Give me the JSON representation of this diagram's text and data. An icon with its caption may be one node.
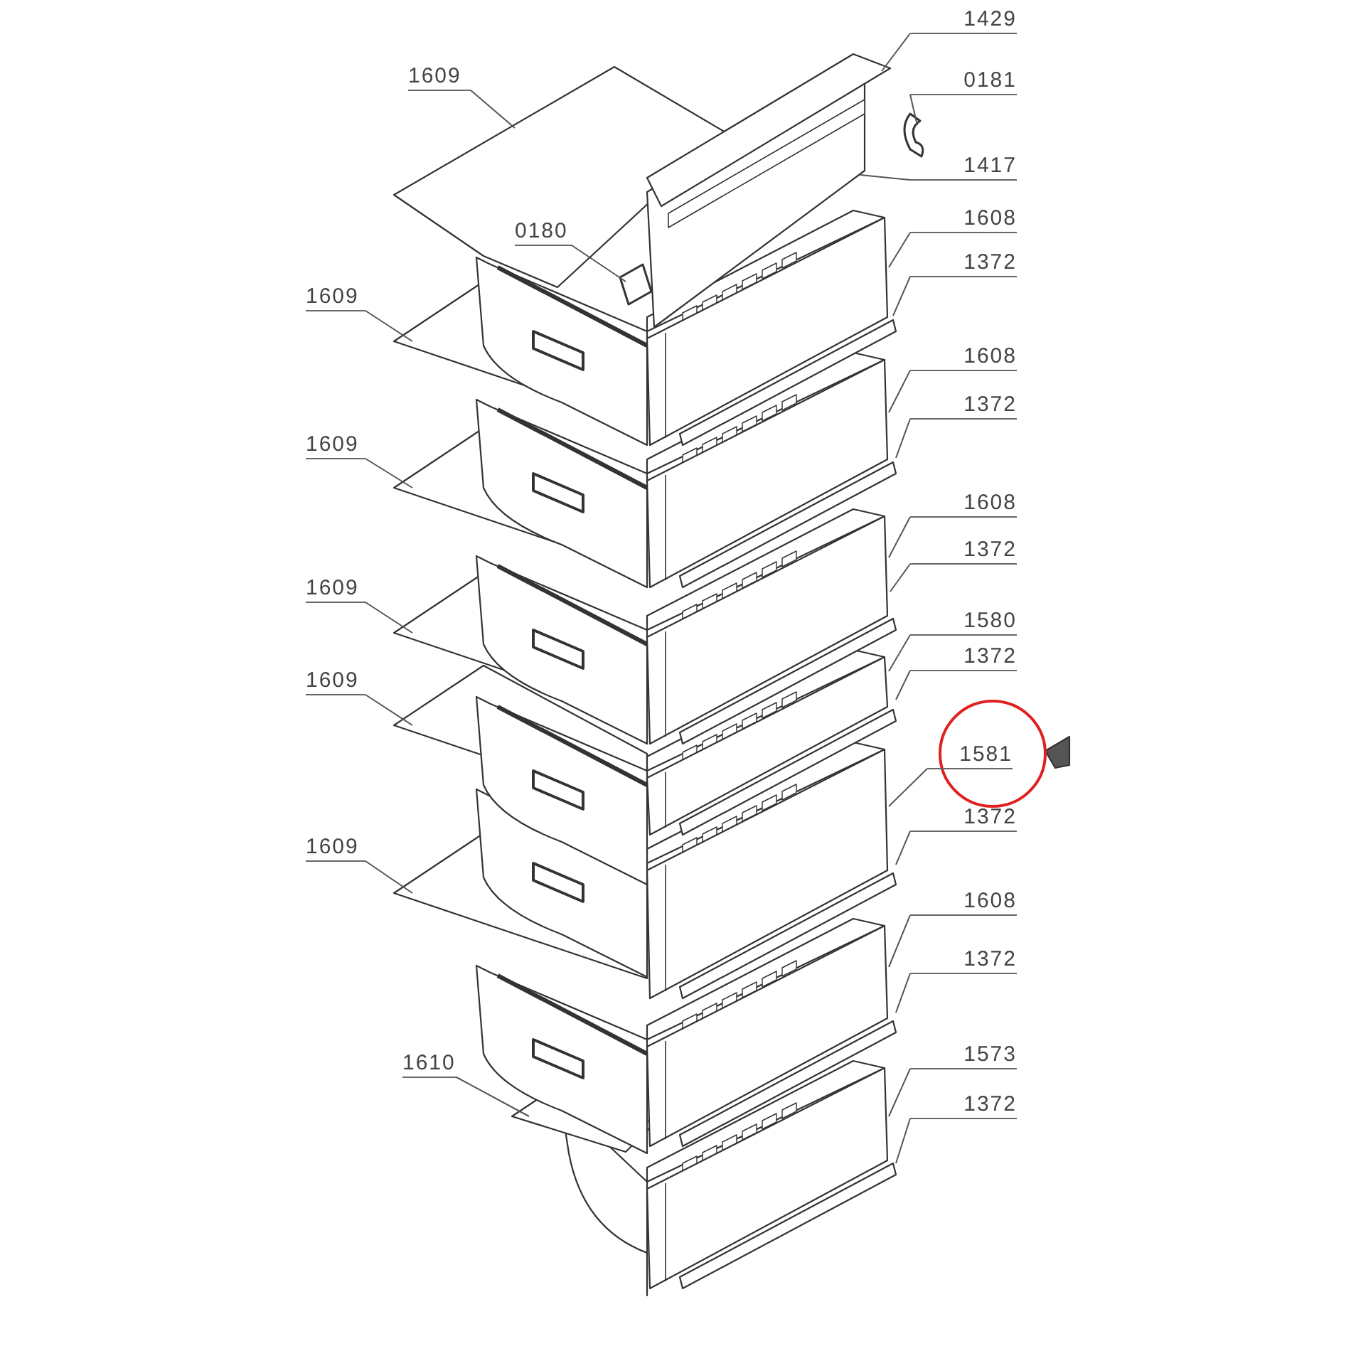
{
  "diagram": {
    "nodes": [
      {
        "text": [
          "1429"
        ]
      },
      {
        "text": [
          "0181"
        ]
      },
      {
        "text": [
          "1609"
        ]
      },
      {
        "text": [
          "1417"
        ]
      },
      {
        "text": [
          "1608"
        ]
      },
      {
        "text": [
          "0180"
        ]
      },
      {
        "text": [
          "1372"
        ]
      },
      {
        "text": [
          "1609"
        ]
      },
      {
        "text": [
          "1608"
        ]
      },
      {
        "text": [
          "1372"
        ]
      },
      {
        "text": [
          "1609"
        ]
      },
      {
        "text": [
          "1608"
        ]
      },
      {
        "text": [
          "1372"
        ]
      },
      {
        "text": [
          "1609"
        ]
      },
      {
        "text": [
          "1580"
        ]
      },
      {
        "text": [
          "1372"
        ]
      },
      {
        "text": [
          "1609"
        ]
      },
      {
        "text": [
          "1581"
        ]
      },
      {
        "text": [
          "1372"
        ]
      },
      {
        "text": [
          "1609"
        ]
      },
      {
        "text": [
          "1608"
        ]
      },
      {
        "text": [
          "1372"
        ]
      },
      {
        "text": [
          "1573"
        ]
      },
      {
        "text": [
          "1610"
        ]
      },
      {
        "text": [
          "1372"
        ]
      }
    ],
    "edges": [
      {
        "from": 0,
        "to": null,
        "arrow": "none"
      },
      {
        "from": 1,
        "to": null,
        "arrow": "none"
      },
      {
        "from": 2,
        "to": null,
        "arrow": "none"
      },
      {
        "from": 3,
        "to": null,
        "arrow": "none"
      },
      {
        "from": 4,
        "to": null,
        "arrow": "none"
      },
      {
        "from": 5,
        "to": null,
        "arrow": "none"
      },
      {
        "from": 6,
        "to": null,
        "arrow": "none"
      },
      {
        "from": 7,
        "to": null,
        "arrow": "none"
      },
      {
        "from": 8,
        "to": null,
        "arrow": "none"
      },
      {
        "from": 9,
        "to": null,
        "arrow": "none"
      },
      {
        "from": 10,
        "to": null,
        "arrow": "none"
      },
      {
        "from": 11,
        "to": null,
        "arrow": "none"
      },
      {
        "from": 12,
        "to": null,
        "arrow": "none"
      },
      {
        "from": 13,
        "to": null,
        "arrow": "none"
      },
      {
        "from": 14,
        "to": null,
        "arrow": "none"
      },
      {
        "from": 15,
        "to": null,
        "arrow": "none"
      },
      {
        "from": 16,
        "to": null,
        "arrow": "none"
      },
      {
        "from": 17,
        "to": null,
        "arrow": "none"
      },
      {
        "from": 18,
        "to": null,
        "arrow": "none"
      },
      {
        "from": 19,
        "to": null,
        "arrow": "none"
      },
      {
        "from": 20,
        "to": null,
        "arrow": "none"
      },
      {
        "from": 21,
        "to": null,
        "arrow": "none"
      },
      {
        "from": 22,
        "to": null,
        "arrow": "none"
      },
      {
        "from": 23,
        "to": null,
        "arrow": "none"
      },
      {
        "from": 24,
        "to": null,
        "arrow": "none"
      }
    ]
  }
}
